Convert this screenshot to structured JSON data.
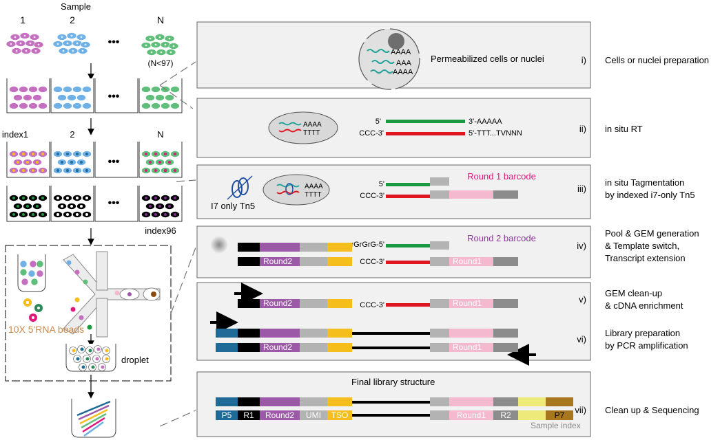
{
  "left": {
    "sample_title": "Sample",
    "col_labels": [
      "1",
      "2",
      "N"
    ],
    "n_note": "(N<97)",
    "index_labels": [
      "index1",
      "2",
      "N"
    ],
    "index96": "index96",
    "beads_label": "10X 5'RNA beads",
    "droplet_label": "droplet",
    "ellipsis": "•••"
  },
  "steps": [
    {
      "roman": "i)",
      "desc": [
        "Cells or nuclei preparation"
      ]
    },
    {
      "roman": "ii)",
      "desc": [
        "in situ RT"
      ]
    },
    {
      "roman": "iii)",
      "desc": [
        "in situ Tagmentation",
        "by indexed i7-only Tn5"
      ]
    },
    {
      "roman": "iv)",
      "desc": [
        "Pool & GEM generation",
        "& Template switch,",
        "Transcript extension"
      ]
    },
    {
      "roman": "v)",
      "desc": [
        "GEM clean-up",
        "& cDNA enrichment"
      ]
    },
    {
      "roman": "vi)",
      "desc": [
        "Library preparation",
        "by PCR amplification"
      ]
    },
    {
      "roman": "vii)",
      "desc": [
        "Clean up & Sequencing"
      ]
    }
  ],
  "panel1": {
    "label": "Permeabilized cells or nuclei",
    "polyA": [
      "AAAA",
      "AAA",
      "AAAA"
    ]
  },
  "panel2": {
    "cell_a": "AAAA",
    "cell_t": "TTTT",
    "five": "5'",
    "three": "3'-AAAAA",
    "ccc": "CCC-3'",
    "tail": "5'-TTT...TVNNN"
  },
  "panel3": {
    "tn5": "I7 only Tn5",
    "round1_barcode": "Round 1 barcode",
    "five": "5'",
    "ccc": "CCC-3'",
    "cell_a": "AAAA",
    "cell_t": "TTTT"
  },
  "panel4": {
    "round2_barcode": "Round 2 barcode",
    "rgrgrg": "rGrGrG-5'",
    "round2": "Round2",
    "round1": "Round1",
    "ccc": "CCC-3'"
  },
  "panel5": {
    "round2": "Round2",
    "round1": "Round1",
    "ccc": "CCC-3'"
  },
  "panel6": {
    "round2": "Round2",
    "round1": "Round1"
  },
  "panel7": {
    "title": "Final library structure",
    "segments": [
      "P5",
      "R1",
      "Round2",
      "UMI",
      "TSO",
      "Round1",
      "R2",
      "P7"
    ],
    "sample_index": "Sample index"
  },
  "colors": {
    "cell_purple": "#c56fc0",
    "cell_blue": "#6fb1e6",
    "cell_green": "#5fbf7a",
    "green_strand": "#1a9a3e",
    "red_strand": "#e0141e",
    "black": "#000000",
    "purple": "#9b59a8",
    "grey": "#b3b3b3",
    "dark_grey": "#8c8c8c",
    "yellow": "#f5be1c",
    "pink": "#f4b8cf",
    "blue_p5": "#1f6a96",
    "light_yellow": "#eeea7a",
    "brown": "#a8761d",
    "panel_bg": "#f1f1f1",
    "round1_magenta": "#e0177d",
    "round2_purple": "#8a3a9a",
    "beads_orange": "#c9894b"
  }
}
